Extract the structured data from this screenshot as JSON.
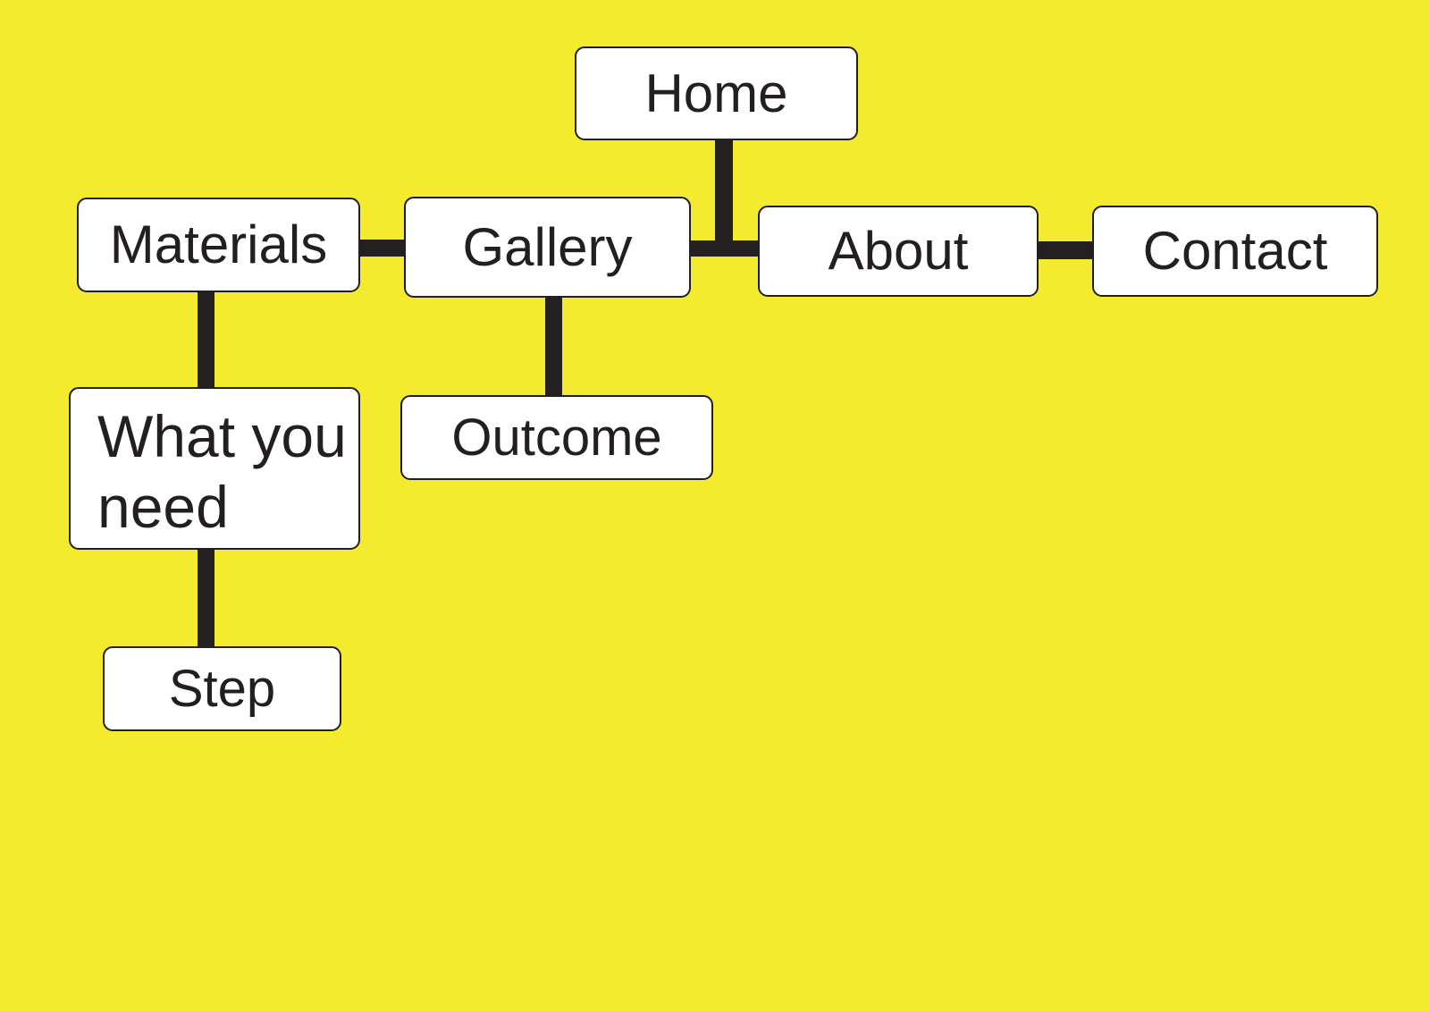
{
  "diagram": {
    "type": "sitemap-flowchart",
    "colors": {
      "background": "#F5EB2E",
      "node_fill": "#FFFFFF",
      "node_border": "#231F20",
      "connector": "#241F20",
      "text": "#231F20"
    },
    "nodes": {
      "home": {
        "label": "Home"
      },
      "materials": {
        "label": "Materials"
      },
      "gallery": {
        "label": "Gallery"
      },
      "about": {
        "label": "About"
      },
      "contact": {
        "label": "Contact"
      },
      "what_you_need": {
        "label": "What you need"
      },
      "outcome": {
        "label": "Outcome"
      },
      "step": {
        "label": "Step"
      }
    },
    "edges": [
      {
        "from": "home",
        "to": "gallery"
      },
      {
        "from": "home",
        "to": "about"
      },
      {
        "from": "materials",
        "to": "gallery"
      },
      {
        "from": "about",
        "to": "contact"
      },
      {
        "from": "materials",
        "to": "what_you_need"
      },
      {
        "from": "gallery",
        "to": "outcome"
      },
      {
        "from": "what_you_need",
        "to": "step"
      }
    ]
  }
}
